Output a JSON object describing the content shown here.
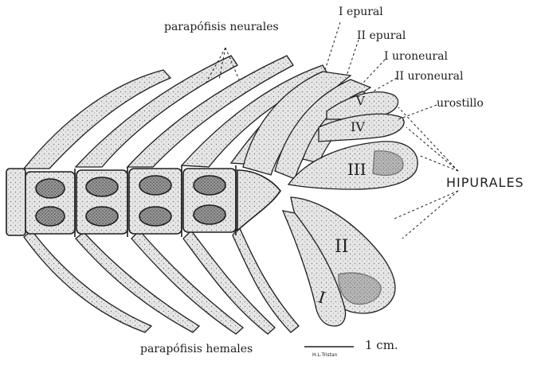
{
  "labels": {
    "parapofisis_neurales": "parapófisis neurales",
    "parapofisis_hemales": "parapófisis hemales",
    "epural_1": "I  epural",
    "epural_2": "II  epural",
    "uroneural_1": "I  uroneural",
    "uroneural_2": "II  uroneural",
    "urostilo": "urostillo",
    "hipurales": "HIPURALES",
    "roman_1": "I",
    "roman_2": "II",
    "roman_3": "III",
    "roman_4": "IV",
    "roman_5": "V"
  },
  "scale_bar": {
    "value": "1 cm.",
    "author": "H.L.Tristan"
  },
  "colors": {
    "ink": "#1e1e1e",
    "bone_fill": "#e8e8e8",
    "bone_shade": "#8a8a8a",
    "paper": "#ffffff"
  }
}
